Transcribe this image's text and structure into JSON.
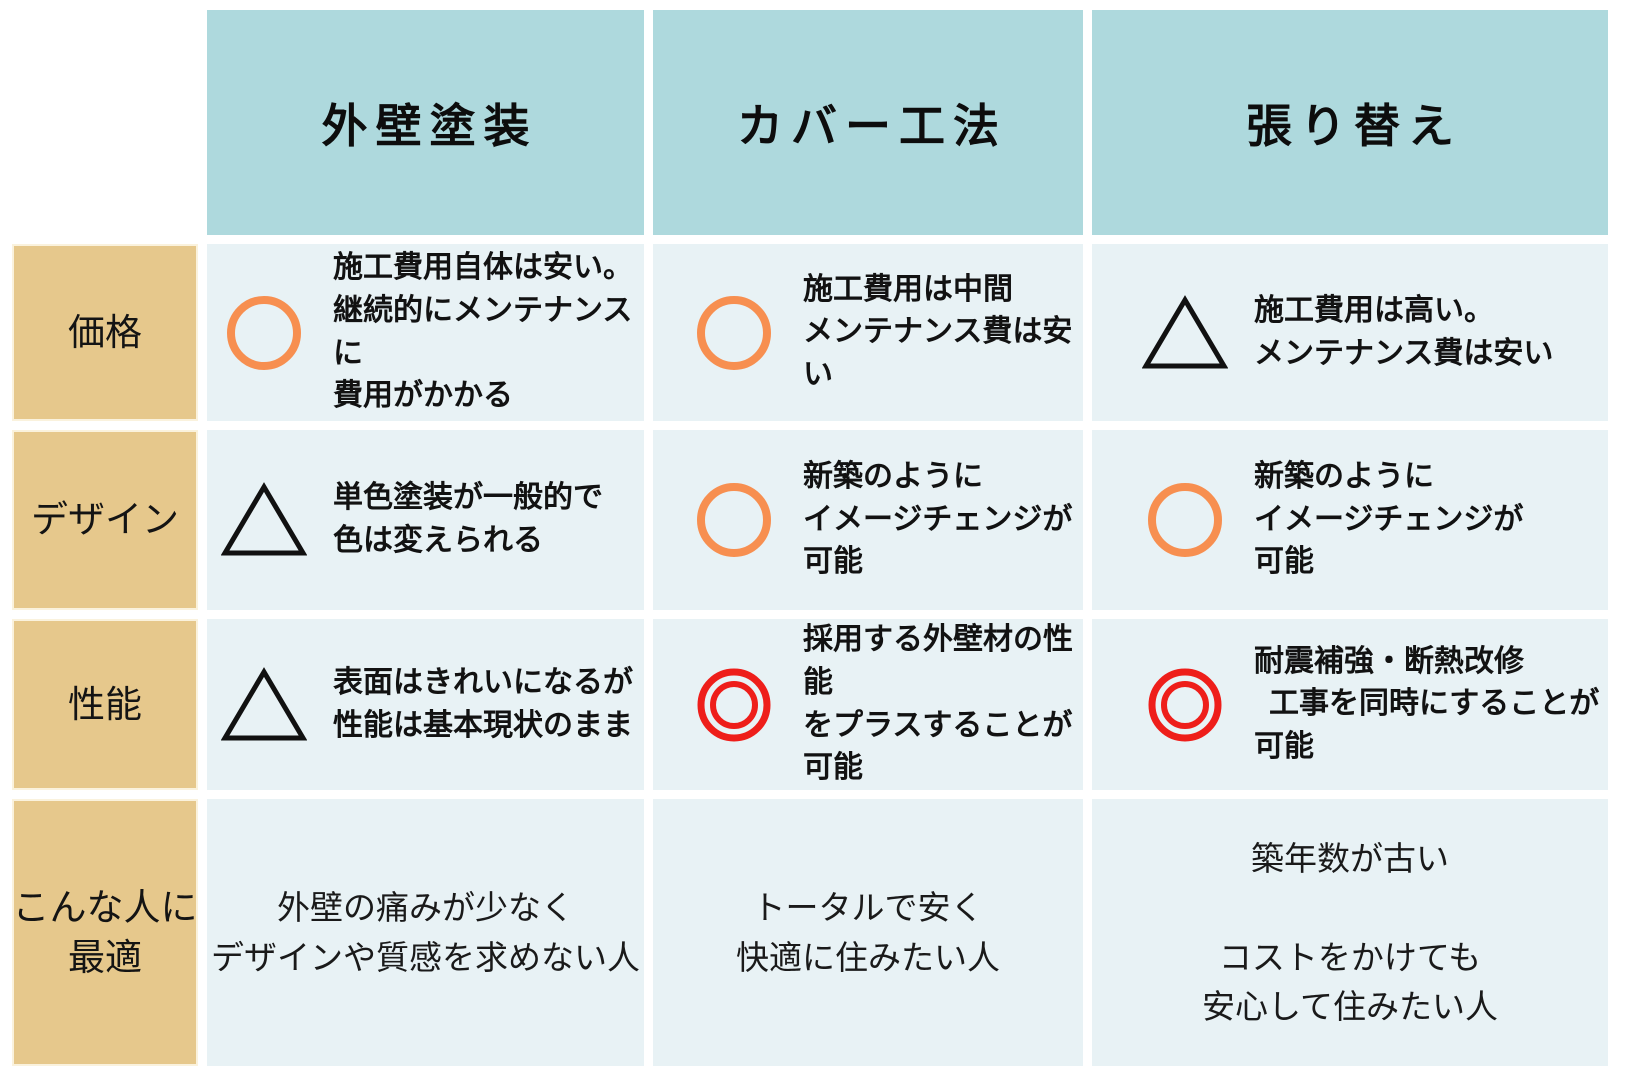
{
  "palette": {
    "header_bg": "#aed9dd",
    "row_header_bg": "#e6c88c",
    "cell_bg": "#e8f2f5",
    "circle_color": "#f78f50",
    "double_circle_color": "#ee1e1a",
    "triangle_color": "#111111",
    "text_color": "#121212"
  },
  "columns": [
    {
      "label": "外壁塗装"
    },
    {
      "label": "カバー工法"
    },
    {
      "label": "張り替え"
    }
  ],
  "rows": [
    {
      "label": "価格",
      "cells": [
        {
          "symbol": "circle",
          "text": "施工費用自体は安い。\n継続的にメンテナンスに\n費用がかかる"
        },
        {
          "symbol": "circle",
          "text": "施工費用は中間\nメンテナンス費は安い"
        },
        {
          "symbol": "triangle",
          "text": "施工費用は高い。\nメンテナンス費は安い"
        }
      ]
    },
    {
      "label": "デザイン",
      "cells": [
        {
          "symbol": "triangle",
          "text": "単色塗装が一般的で\n色は変えられる"
        },
        {
          "symbol": "circle",
          "text": "新築のように\nイメージチェンジが\n可能"
        },
        {
          "symbol": "circle",
          "text": "新築のように\nイメージチェンジが\n可能"
        }
      ]
    },
    {
      "label": "性能",
      "cells": [
        {
          "symbol": "triangle",
          "text": "表面はきれいになるが\n性能は基本現状のまま"
        },
        {
          "symbol": "double-circle",
          "text": "採用する外壁材の性能\nをプラスすることが\n可能"
        },
        {
          "symbol": "double-circle",
          "text": "耐震補強・断熱改修\n 工事を同時にすることが\n可能"
        }
      ]
    },
    {
      "label": "こんな人に\n最適",
      "cells": [
        {
          "symbol": "none",
          "text": "外壁の痛みが少なく\nデザインや質感を求めない人"
        },
        {
          "symbol": "none",
          "text": "トータルで安く\n快適に住みたい人"
        },
        {
          "symbol": "none",
          "text": "築年数が古い\n\nコストをかけても\n安心して住みたい人"
        }
      ]
    }
  ]
}
